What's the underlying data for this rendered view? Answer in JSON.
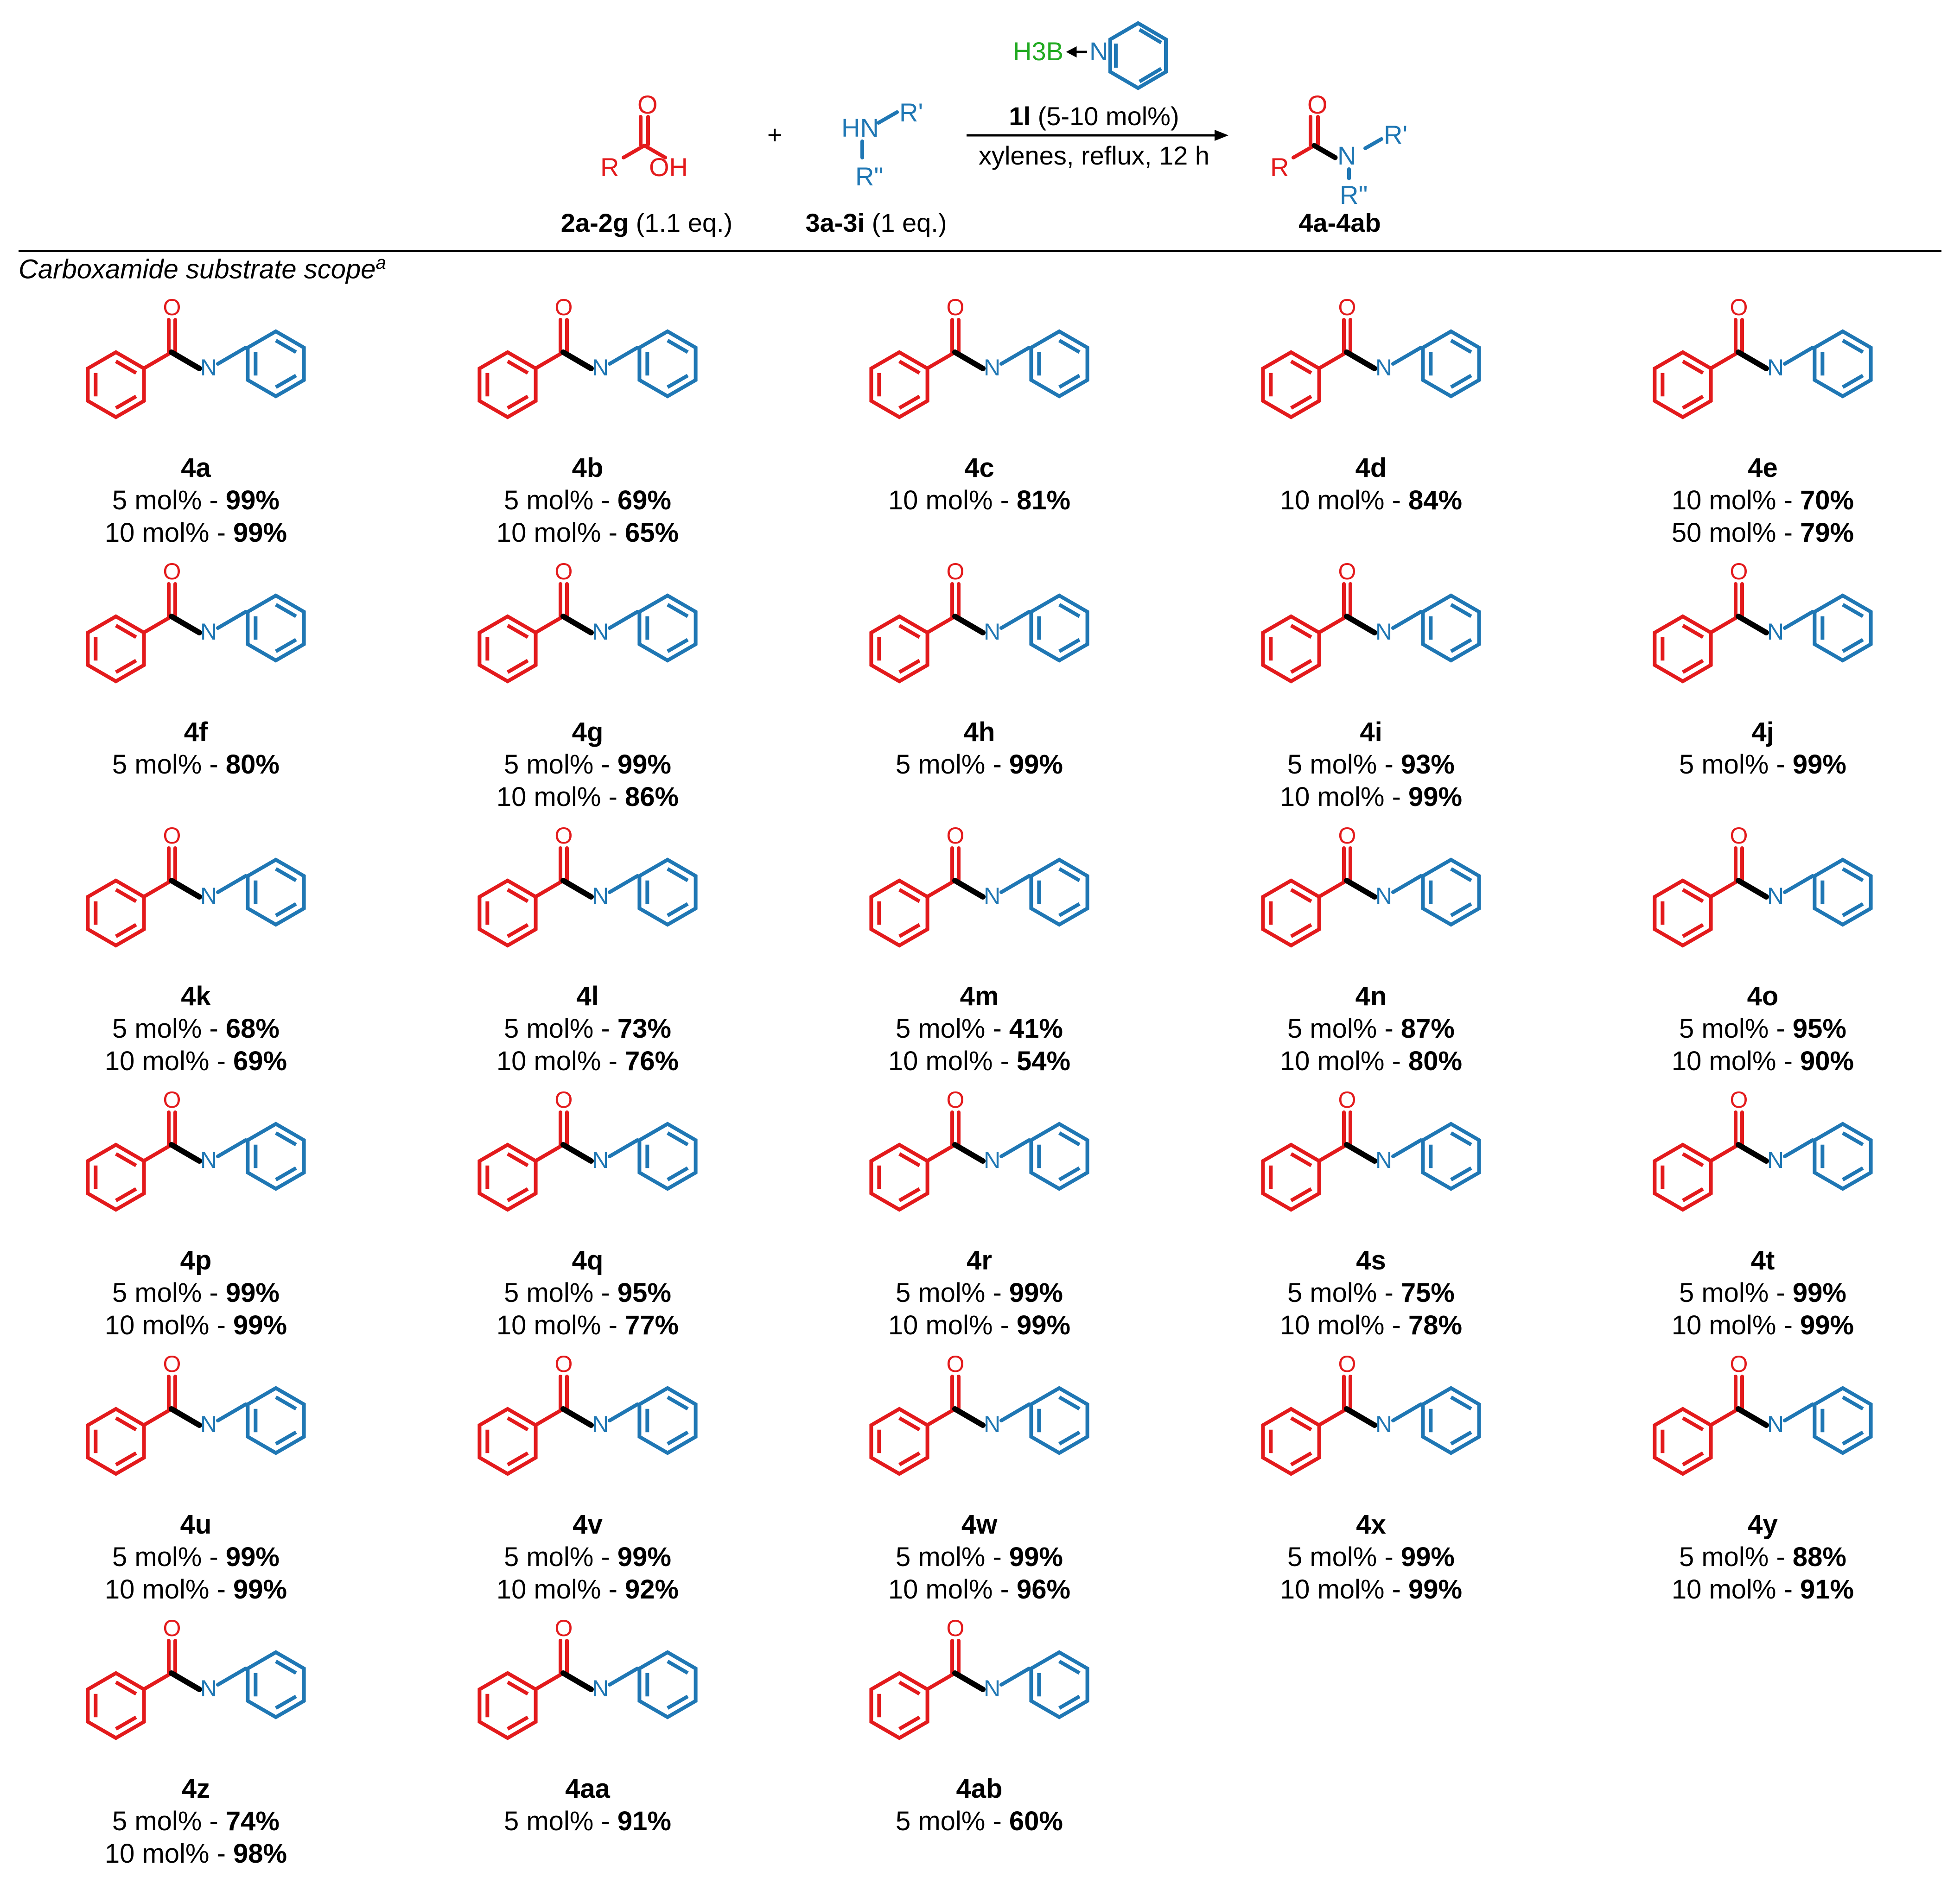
{
  "colors": {
    "acid": "#e31a1c",
    "amine": "#1f77b4",
    "borane": "#22aa22",
    "text": "#000000"
  },
  "reaction": {
    "acid_label_bold": "2a-2g",
    "acid_label_rest": " (1.1 eq.)",
    "amine_label_bold": "3a-3i",
    "amine_label_rest": " (1 eq.)",
    "product_label": "4a-4ab",
    "plus": "+",
    "catalyst_bold": "1l",
    "catalyst_rest": " (5-10 mol%)",
    "conditions": "xylenes, reflux, 12 h",
    "atoms": {
      "O": "O",
      "OH": "OH",
      "R": "R",
      "HN": "HN",
      "N": "N",
      "R1": "R'",
      "R2": "R\"",
      "H3B": "H3B"
    }
  },
  "scope_heading": "Carboxamide substrate scope",
  "scope_heading_sup": "a",
  "compounds": [
    {
      "id": "4a",
      "yields": [
        {
          "load": "5 mol% - ",
          "val": "99%"
        },
        {
          "load": "10 mol% - ",
          "val": "99%"
        }
      ]
    },
    {
      "id": "4b",
      "yields": [
        {
          "load": "5 mol% - ",
          "val": "69%"
        },
        {
          "load": "10 mol% - ",
          "val": "65%"
        }
      ]
    },
    {
      "id": "4c",
      "yields": [
        {
          "load": "10 mol% - ",
          "val": "81%"
        }
      ]
    },
    {
      "id": "4d",
      "yields": [
        {
          "load": "10 mol% - ",
          "val": "84%"
        }
      ]
    },
    {
      "id": "4e",
      "yields": [
        {
          "load": "10 mol% - ",
          "val": "70%"
        },
        {
          "load": "50 mol% - ",
          "val": "79%"
        }
      ]
    },
    {
      "id": "4f",
      "yields": [
        {
          "load": "5 mol% - ",
          "val": "80%"
        }
      ]
    },
    {
      "id": "4g",
      "yields": [
        {
          "load": "5 mol% - ",
          "val": "99%"
        },
        {
          "load": "10 mol% - ",
          "val": "86%"
        }
      ]
    },
    {
      "id": "4h",
      "yields": [
        {
          "load": "5 mol% - ",
          "val": "99%"
        }
      ]
    },
    {
      "id": "4i",
      "yields": [
        {
          "load": "5 mol% - ",
          "val": "93%"
        },
        {
          "load": "10 mol% - ",
          "val": "99%"
        }
      ]
    },
    {
      "id": "4j",
      "yields": [
        {
          "load": "5 mol% - ",
          "val": "99%"
        }
      ]
    },
    {
      "id": "4k",
      "yields": [
        {
          "load": "5 mol% - ",
          "val": "68%"
        },
        {
          "load": "10 mol% - ",
          "val": "69%"
        }
      ]
    },
    {
      "id": "4l",
      "yields": [
        {
          "load": "5 mol% - ",
          "val": "73%"
        },
        {
          "load": "10 mol% - ",
          "val": "76%"
        }
      ]
    },
    {
      "id": "4m",
      "yields": [
        {
          "load": "5 mol% - ",
          "val": "41%"
        },
        {
          "load": "10 mol% - ",
          "val": "54%"
        }
      ]
    },
    {
      "id": "4n",
      "yields": [
        {
          "load": "5 mol% - ",
          "val": "87%"
        },
        {
          "load": "10 mol% - ",
          "val": "80%"
        }
      ]
    },
    {
      "id": "4o",
      "yields": [
        {
          "load": "5 mol% - ",
          "val": "95%"
        },
        {
          "load": "10 mol% - ",
          "val": "90%"
        }
      ]
    },
    {
      "id": "4p",
      "yields": [
        {
          "load": "5 mol% - ",
          "val": "99%"
        },
        {
          "load": "10 mol% - ",
          "val": "99%"
        }
      ]
    },
    {
      "id": "4q",
      "yields": [
        {
          "load": "5 mol% - ",
          "val": "95%"
        },
        {
          "load": "10 mol% - ",
          "val": "77%"
        }
      ]
    },
    {
      "id": "4r",
      "yields": [
        {
          "load": "5 mol% - ",
          "val": "99%"
        },
        {
          "load": "10 mol% - ",
          "val": "99%"
        }
      ]
    },
    {
      "id": "4s",
      "yields": [
        {
          "load": "5 mol% - ",
          "val": "75%"
        },
        {
          "load": "10 mol% - ",
          "val": "78%"
        }
      ]
    },
    {
      "id": "4t",
      "yields": [
        {
          "load": "5 mol% - ",
          "val": "99%"
        },
        {
          "load": "10 mol% - ",
          "val": "99%"
        }
      ]
    },
    {
      "id": "4u",
      "yields": [
        {
          "load": "5 mol% - ",
          "val": "99%"
        },
        {
          "load": "10 mol% - ",
          "val": "99%"
        }
      ]
    },
    {
      "id": "4v",
      "yields": [
        {
          "load": "5 mol% - ",
          "val": "99%"
        },
        {
          "load": "10 mol% - ",
          "val": "92%"
        }
      ]
    },
    {
      "id": "4w",
      "yields": [
        {
          "load": "5 mol% - ",
          "val": "99%"
        },
        {
          "load": "10 mol% - ",
          "val": "96%"
        }
      ]
    },
    {
      "id": "4x",
      "yields": [
        {
          "load": "5 mol% - ",
          "val": "99%"
        },
        {
          "load": "10 mol% - ",
          "val": "99%"
        }
      ]
    },
    {
      "id": "4y",
      "yields": [
        {
          "load": "5 mol% - ",
          "val": "88%"
        },
        {
          "load": "10 mol% - ",
          "val": "91%"
        }
      ]
    },
    {
      "id": "4z",
      "yields": [
        {
          "load": "5 mol% - ",
          "val": "74%"
        },
        {
          "load": "10 mol% - ",
          "val": "98%"
        }
      ]
    },
    {
      "id": "4aa",
      "yields": [
        {
          "load": "5 mol% - ",
          "val": "91%"
        }
      ]
    },
    {
      "id": "4ab",
      "yields": [
        {
          "load": "5 mol% - ",
          "val": "60%"
        }
      ]
    }
  ]
}
